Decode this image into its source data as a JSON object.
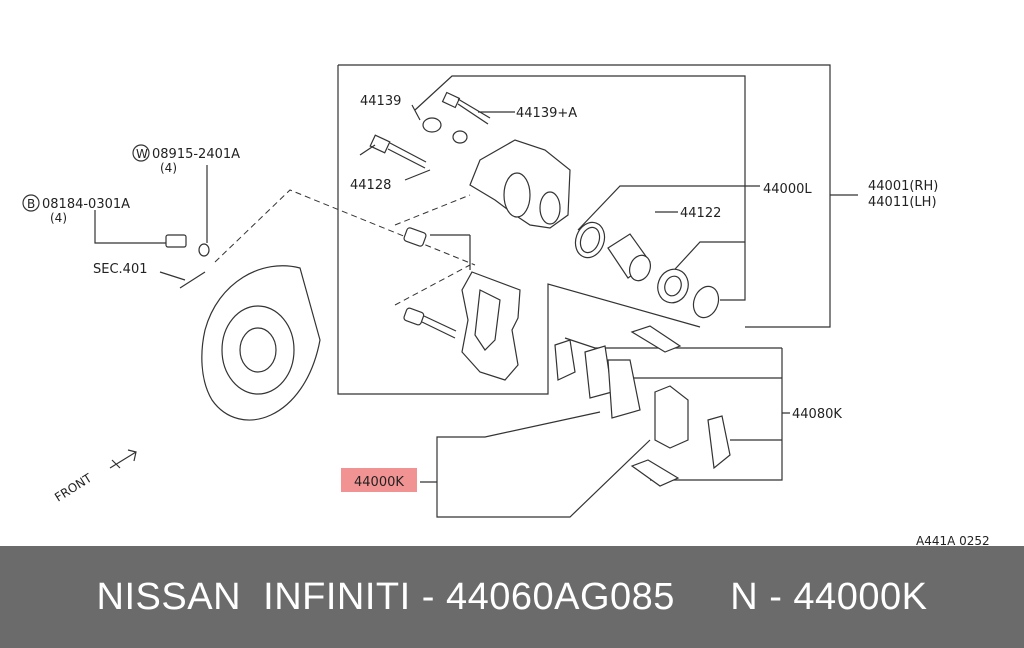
{
  "labels": {
    "p44139": "44139",
    "p44139a": "44139+A",
    "p44128": "44128",
    "w08915": "08915-2401A",
    "w08915_qty": "(4)",
    "w_symbol": "W",
    "b08184": "08184-0301A",
    "b08184_qty": "(4)",
    "b_symbol": "B",
    "sec401": "SEC.401",
    "p44000l": "44000L",
    "p44122": "44122",
    "p44001": "44001(RH)",
    "p44011": "44011(LH)",
    "p44080k": "44080K",
    "p44000k": "44000K",
    "front": "FRONT",
    "ref": "A441A 0252"
  },
  "colors": {
    "highlight": "#f08080",
    "footer_bg": "#6b6b6b"
  },
  "footer": {
    "text": "NISSAN  INFINITI - 44060AG085     N - 44000K"
  }
}
